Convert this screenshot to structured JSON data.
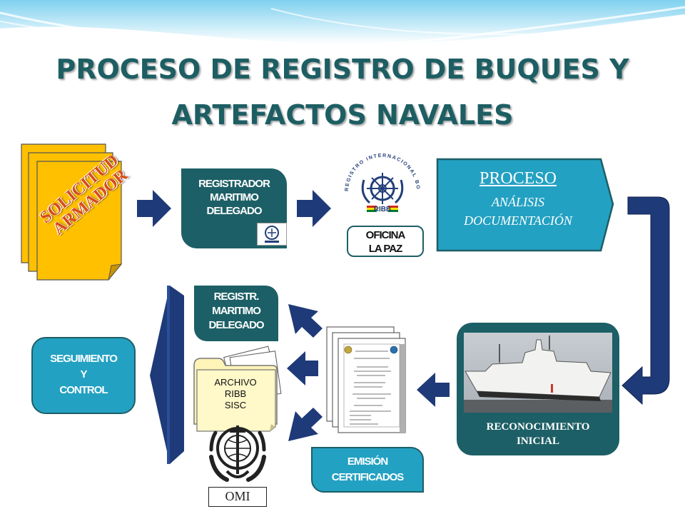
{
  "title": {
    "line1": "PROCESO DE REGISTRO DE BUQUES Y",
    "line2": "ARTEFACTOS NAVALES"
  },
  "solicitud": {
    "line1": "SOLICITUD",
    "line2": "ARMADOR"
  },
  "registrador_top": {
    "line1": "REGISTRADOR",
    "line2": "MARITIMO",
    "line3": "DELEGADO"
  },
  "ribb_logo": {
    "ring_text": "REGISTRO INTERNACIONAL BOLIVIANO DE BUQUES",
    "acronym": "RIBB"
  },
  "oficina": {
    "line1": "OFICINA",
    "line2": "LA PAZ"
  },
  "proceso": {
    "title": "PROCESO",
    "line1": "ANÁLISIS",
    "line2": "DOCUMENTACIÓN"
  },
  "reconocimiento": {
    "line1": "RECONOCIMIENTO",
    "line2": "INICIAL"
  },
  "registr_bottom": {
    "line1": "REGISTR.",
    "line2": "MARITIMO",
    "line3": "DELEGADO"
  },
  "archivo": {
    "line1": "ARCHIVO",
    "line2": "RIBB",
    "line3": "SISC"
  },
  "omi": {
    "label": "OMI"
  },
  "emision": {
    "line1": "EMISIÓN",
    "line2": "CERTIFICADOS"
  },
  "seguimiento": {
    "line1": "SEGUIMIENTO",
    "line2": "Y",
    "line3": "CONTROL"
  },
  "colors": {
    "teal": "#1d5f66",
    "cyan": "#23a1c2",
    "navy_arrow": "#1f3a78",
    "folder_yellow": "#ffc000",
    "title_green": "#1d5e63"
  }
}
